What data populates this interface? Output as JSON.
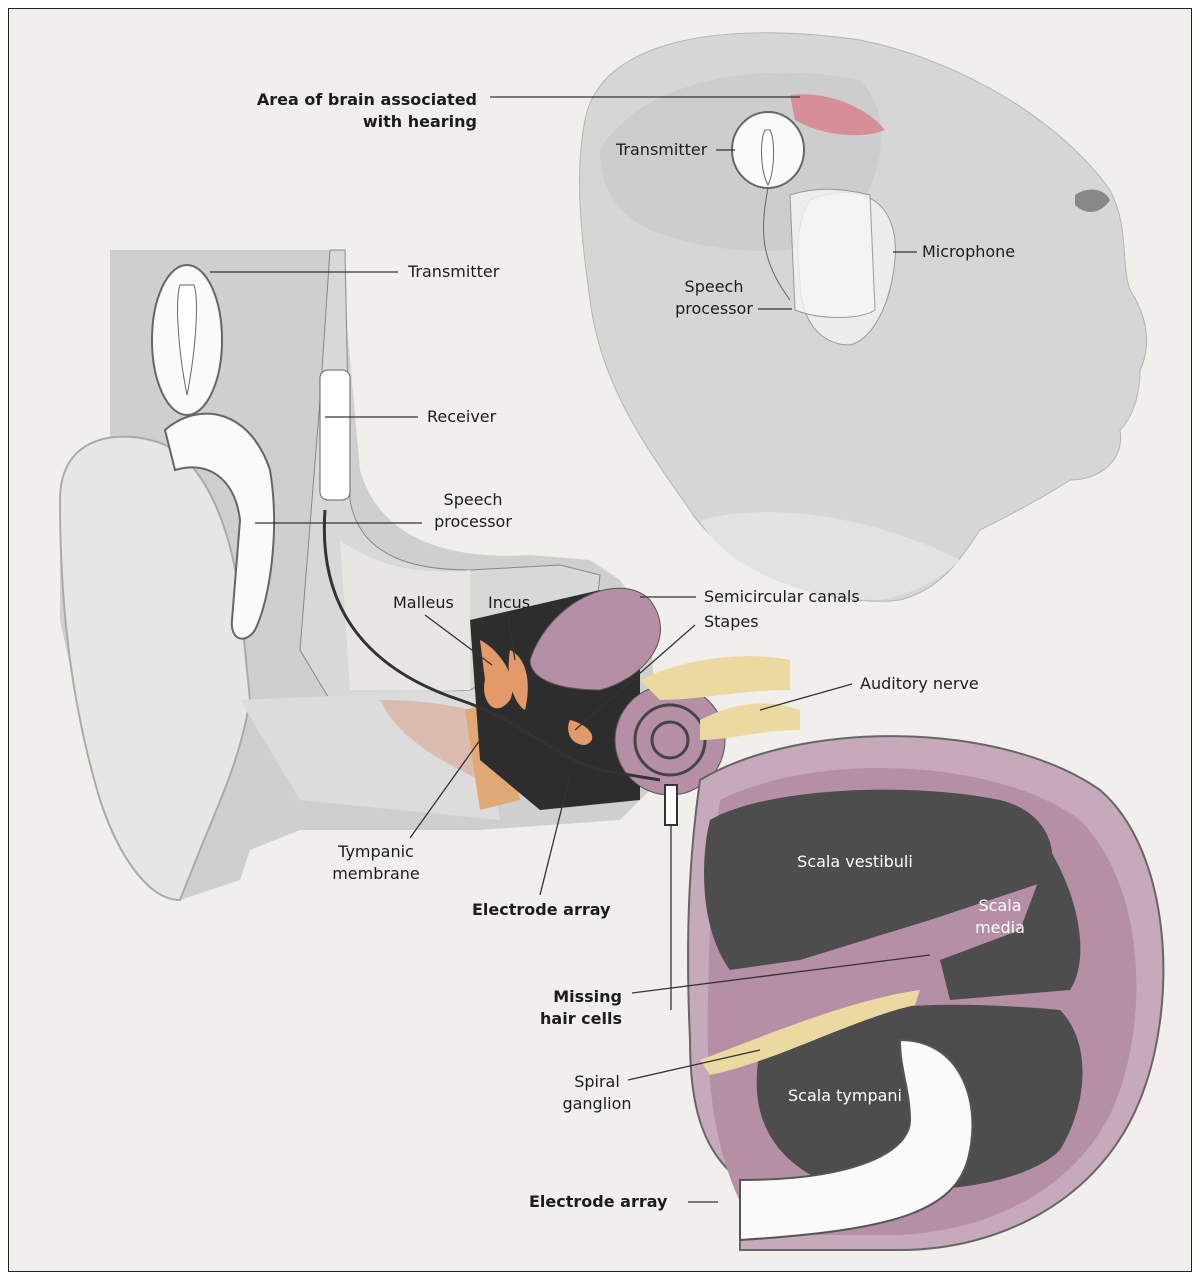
{
  "colors": {
    "background": "#f1efeb",
    "skin": "#d9d9d9",
    "cochlea": "#b58fa6",
    "bone": "#e39a6a",
    "nerve": "#ead9a0",
    "brain_area": "#d9808a",
    "scala": "#4d4d4d"
  },
  "labels": {
    "brain_area": [
      "Area of brain associated",
      "with hearing"
    ],
    "transmitter_child": "Transmitter",
    "microphone": "Microphone",
    "speech_processor_child": [
      "Speech",
      "processor"
    ],
    "transmitter": "Transmitter",
    "receiver": "Receiver",
    "speech_processor": [
      "Speech",
      "processor"
    ],
    "malleus": "Malleus",
    "incus": "Incus",
    "semicircular_canals": "Semicircular canals",
    "stapes": "Stapes",
    "auditory_nerve": "Auditory nerve",
    "tympanic_membrane": [
      "Tympanic",
      "membrane"
    ],
    "electrode_array_upper": "Electrode array",
    "scala_vestibuli": "Scala vestibuli",
    "scala_media": [
      "Scala",
      "media"
    ],
    "missing_hair_cells": [
      "Missing",
      "hair cells"
    ],
    "spiral_ganglion": [
      "Spiral",
      "ganglion"
    ],
    "scala_tympani": "Scala tympani",
    "electrode_array_lower": "Electrode array"
  }
}
